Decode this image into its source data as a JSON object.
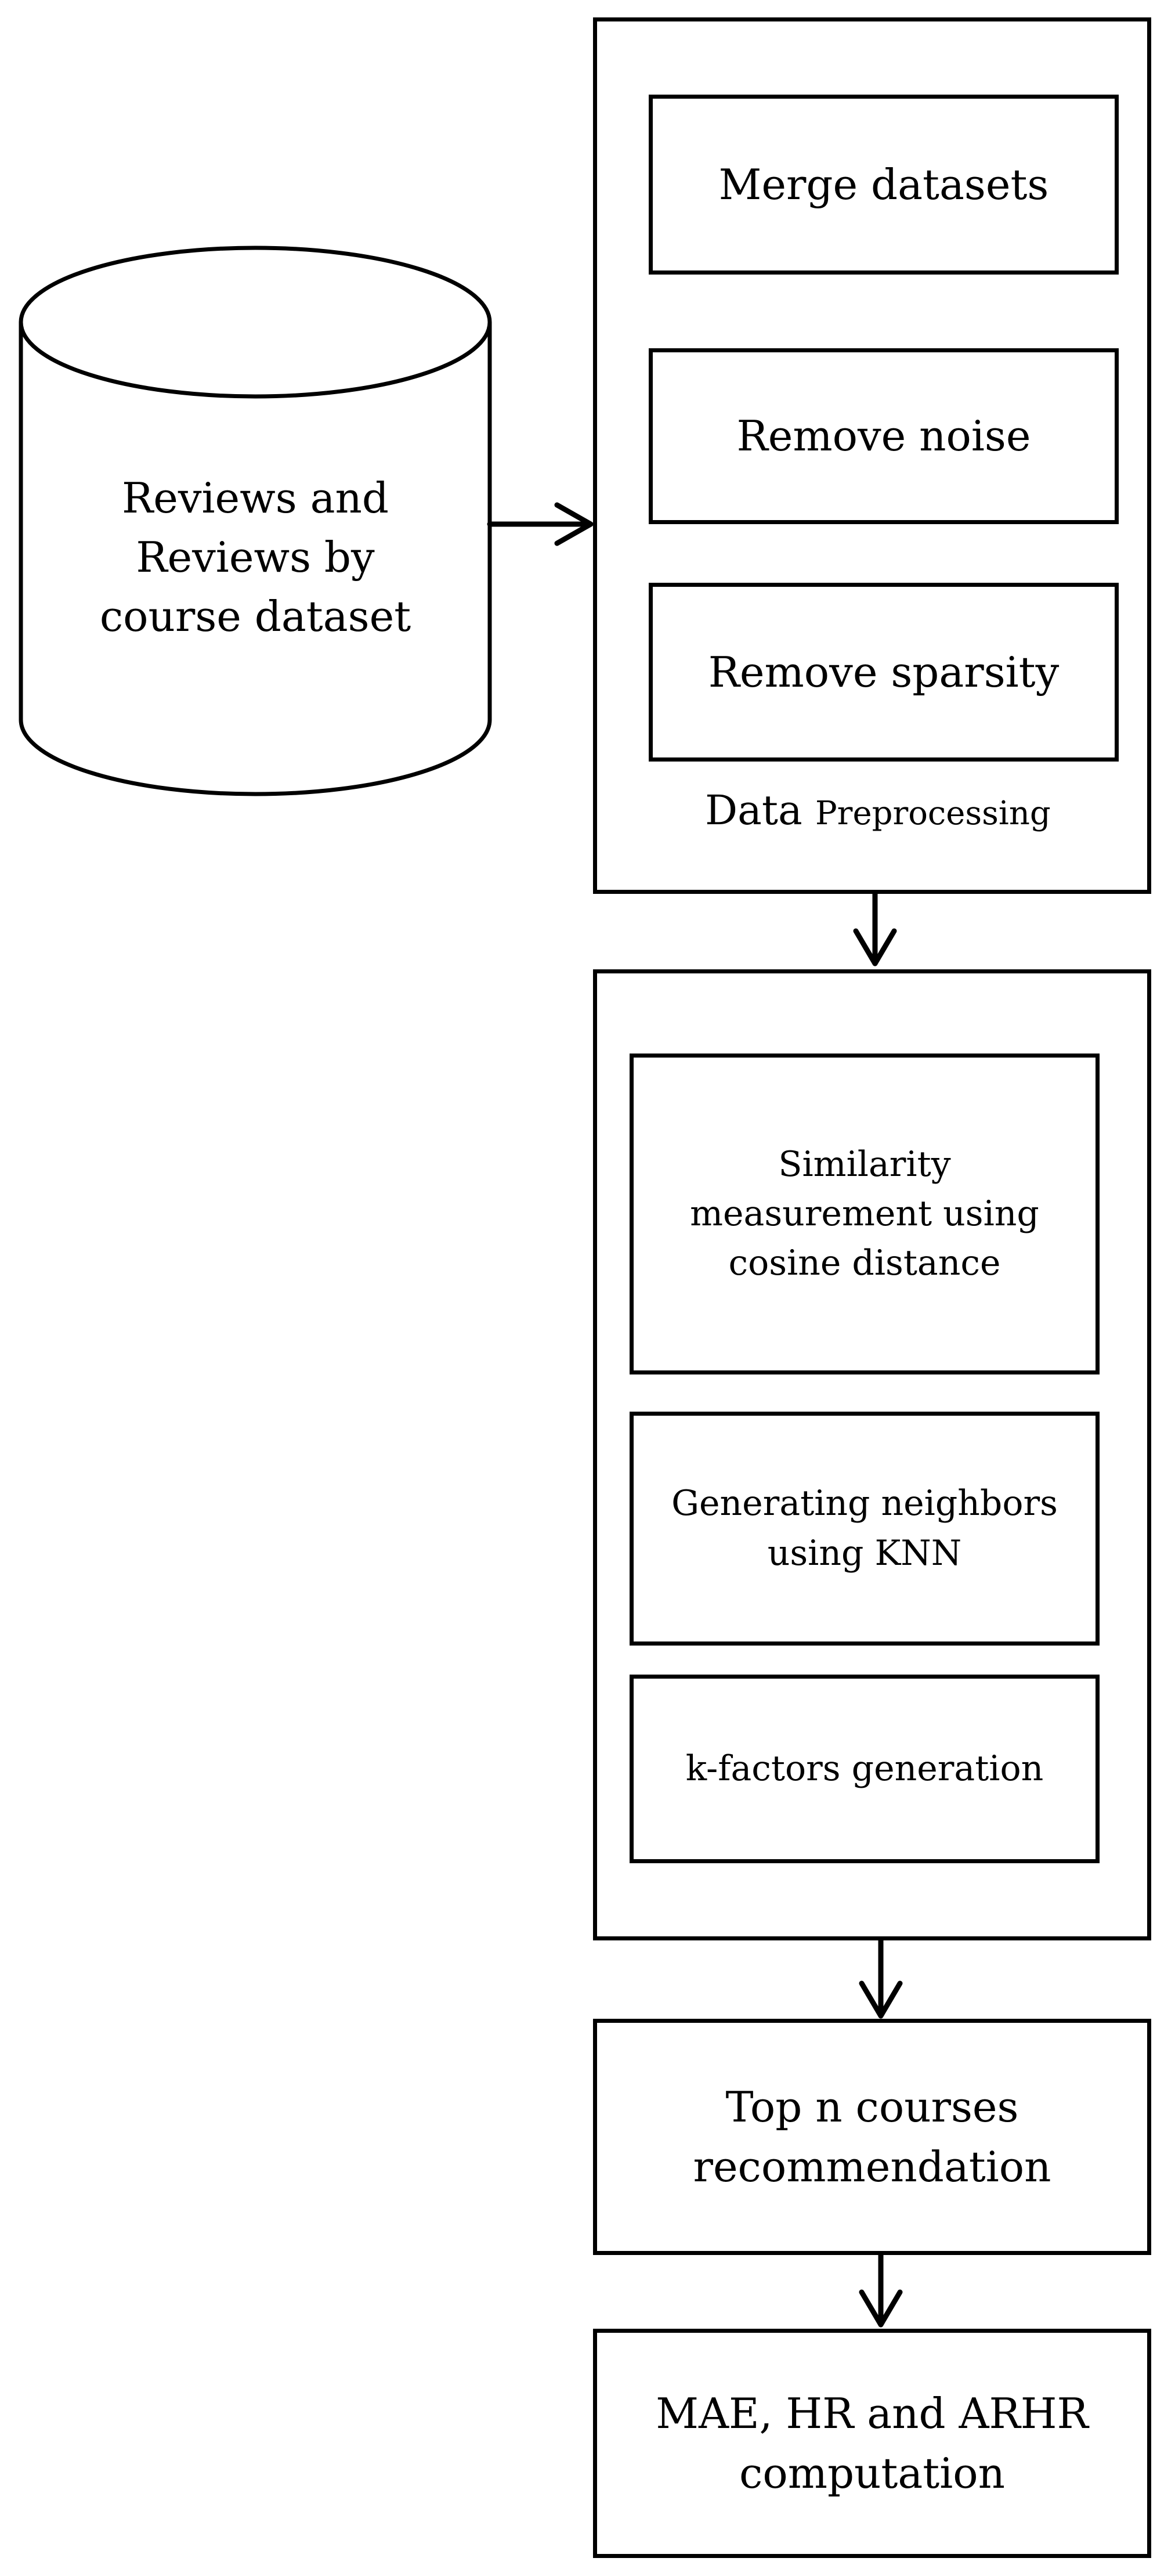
{
  "dataset": {
    "label": "Reviews and\nReviews by\ncourse dataset"
  },
  "preprocessing": {
    "title_main": "Data",
    "title_sub": "Preprocessing",
    "steps": [
      "Merge datasets",
      "Remove noise",
      "Remove sparsity"
    ]
  },
  "modeling": {
    "steps": [
      "Similarity\nmeasurement using\ncosine distance",
      "Generating neighbors\nusing KNN",
      "k-factors generation"
    ]
  },
  "recommendation": {
    "label": "Top n courses\nrecommendation"
  },
  "evaluation": {
    "label": "MAE, HR and ARHR\ncomputation"
  }
}
